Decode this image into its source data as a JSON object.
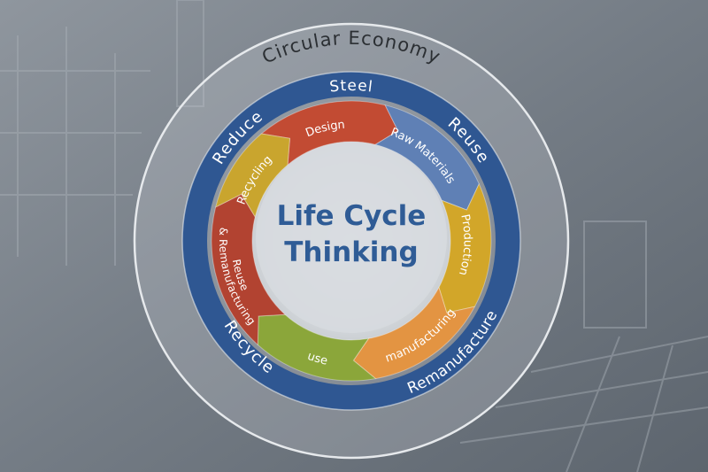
{
  "outer_ring": {
    "title": "Circular Economy"
  },
  "blue_ring": {
    "labels": {
      "top": "Steel",
      "upper_right": "Reuse",
      "lower_right": "Remanufacture",
      "upper_left": "Reduce",
      "lower_left": "Recycle"
    },
    "color": "#2f5792"
  },
  "cycle": {
    "segments": [
      {
        "lines": [
          "Design"
        ],
        "color": "#c24b33"
      },
      {
        "lines": [
          "Raw Materials"
        ],
        "color": "#5f80b5"
      },
      {
        "lines": [
          "Production"
        ],
        "color": "#d2a629"
      },
      {
        "lines": [
          "manufacturing"
        ],
        "color": "#e39442"
      },
      {
        "lines": [
          "use"
        ],
        "color": "#8ba63a"
      },
      {
        "lines": [
          "Reuse",
          "& Remanufacturing"
        ],
        "color": "#b24331"
      },
      {
        "lines": [
          "Recycling"
        ],
        "color": "#c9a52e"
      }
    ]
  },
  "center": {
    "line1": "Life Cycle",
    "line2": "Thinking"
  }
}
